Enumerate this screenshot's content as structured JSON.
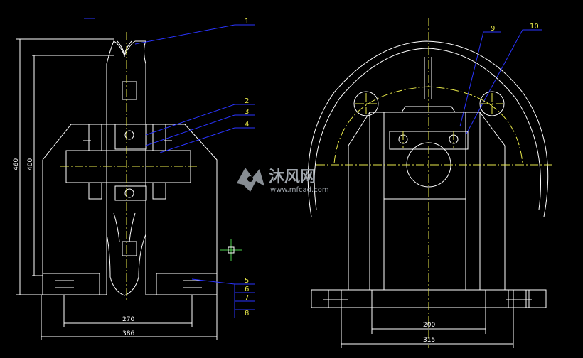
{
  "dimensions": {
    "d460": "460",
    "d400": "400",
    "d270": "270",
    "d386": "386",
    "d200": "200",
    "d315": "315"
  },
  "balloons": [
    "1",
    "2",
    "3",
    "4",
    "5",
    "6",
    "7",
    "8",
    "9",
    "10"
  ],
  "watermark": {
    "brand": "沐风网",
    "url": "www.mfcad.com"
  },
  "colors": {
    "background": "#000000",
    "outline": "#ffffff",
    "center_line": "#e9e94a",
    "leader": "#2a34ff",
    "watermark": "#9fa6ad"
  }
}
